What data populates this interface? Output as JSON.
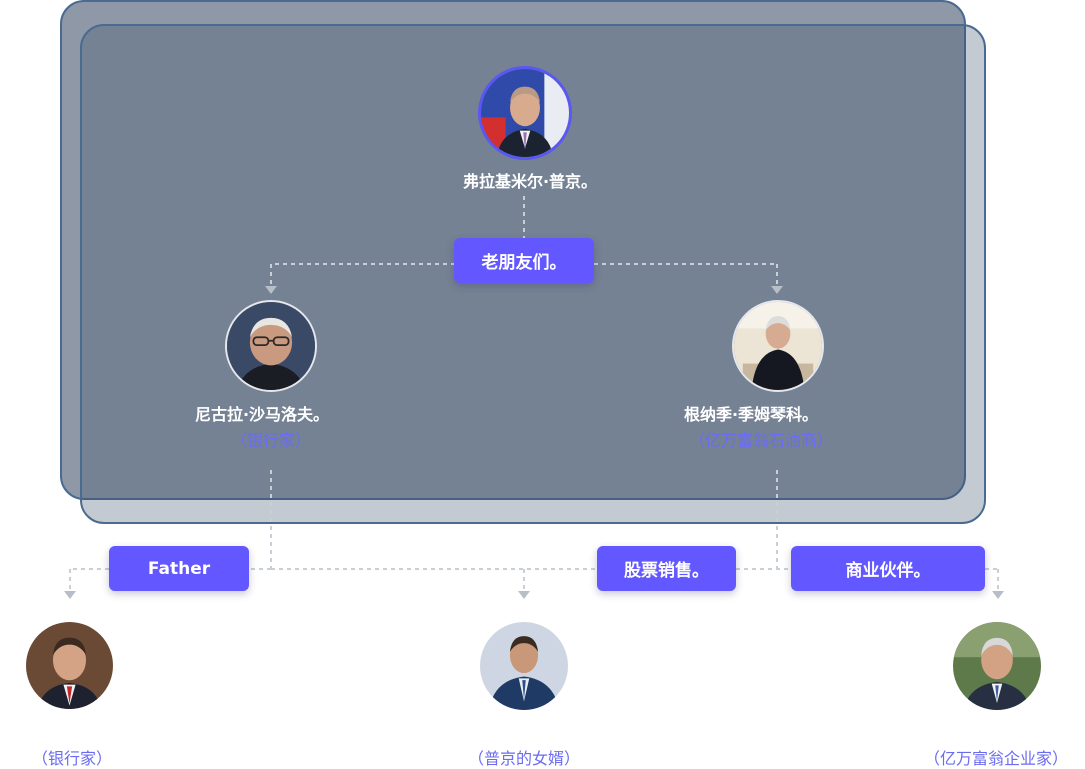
{
  "nodes": {
    "putin": {
      "name": "弗拉基米尔·普京。",
      "role": ""
    },
    "shamalov": {
      "name": "尼古拉·沙马洛夫。",
      "role": "（银行家）"
    },
    "timchenko": {
      "name": "根纳季·季姆琴科。",
      "role": "（亿万富翁石油商）"
    },
    "son": {
      "role": "（银行家）"
    },
    "kirill": {
      "role": "（普京的女婿）"
    },
    "mikhelson": {
      "role": "（亿万富翁企业家）"
    }
  },
  "relations": {
    "old_friends": "老朋友们。",
    "father": "Father",
    "stock_sales": "股票销售。",
    "partner": "商业伙伴。"
  },
  "colors": {
    "badge": "#6357ff",
    "role_text": "#6b6cf2",
    "frame_border": "#4a6a91",
    "connector": "#c9cfd6"
  }
}
